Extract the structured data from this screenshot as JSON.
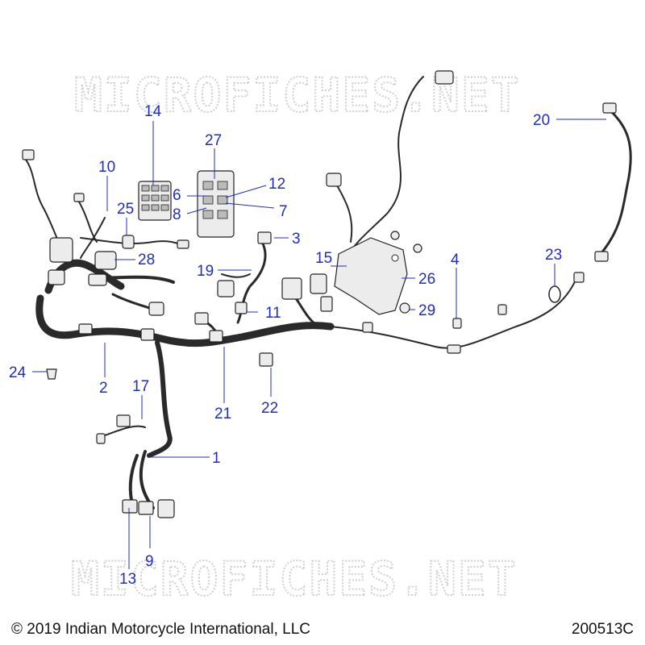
{
  "watermark": {
    "text": "MICROFICHES.NET"
  },
  "callouts": [
    "1",
    "2",
    "3",
    "4",
    "6",
    "7",
    "8",
    "9",
    "10",
    "11",
    "12",
    "13",
    "14",
    "15",
    "17",
    "19",
    "20",
    "21",
    "22",
    "23",
    "24",
    "25",
    "26",
    "27",
    "28",
    "29"
  ],
  "footer": {
    "copyright": "© 2019 Indian Motorcycle International, LLC",
    "diagram_id": "200513C"
  }
}
